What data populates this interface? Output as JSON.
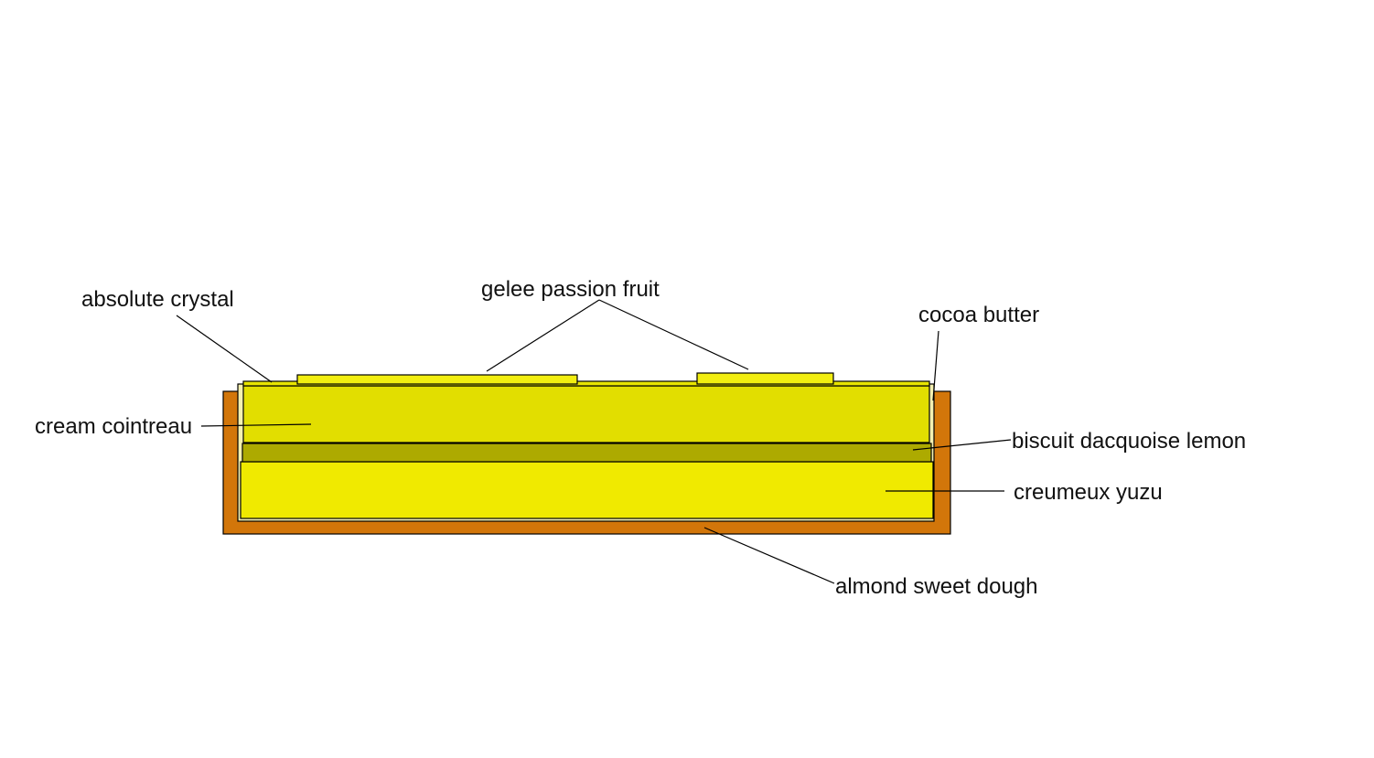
{
  "layers": {
    "almond_sweet_dough": {
      "label": "almond sweet dough",
      "color": "#D2760A"
    },
    "creumeux_yuzu": {
      "label": "creumeux yuzu",
      "color": "#F0EA00"
    },
    "biscuit_dacquoise_lemon": {
      "label": "biscuit dacquoise lemon",
      "color": "#ADAA00"
    },
    "cream_cointreau": {
      "label": "cream cointreau",
      "color": "#E2DE00"
    },
    "absolute_crystal": {
      "label": "absolute crystal",
      "color": "#E8E400"
    },
    "gelee_passion_fruit": {
      "label": "gelee passion fruit",
      "color": "#F2EE10"
    },
    "cocoa_butter": {
      "label": "cocoa butter",
      "color": "#F4F0B0"
    }
  }
}
